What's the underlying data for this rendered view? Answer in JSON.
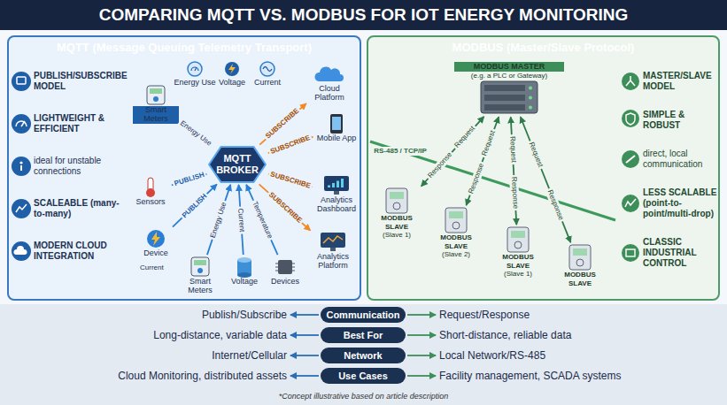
{
  "diagram": {
    "title": "COMPARING MQTT VS. MODBUS FOR IOT ENERGY MONITORING",
    "caption": "*Concept illustrative based on article description",
    "nodes": [
      {
        "text": [
          "MQTT (Message Queuing Telemetry Transport)"
        ]
      },
      {
        "text": [
          "Smart Meters"
        ],
        "in": 0
      },
      {
        "text": [
          "Sensors"
        ],
        "in": 0
      },
      {
        "text": [
          "Device"
        ],
        "in": 0
      },
      {
        "text": [
          "Smart Meters"
        ],
        "in": 0
      },
      {
        "text": [
          "Voltage"
        ],
        "in": 0
      },
      {
        "text": [
          "Devices"
        ],
        "in": 0
      },
      {
        "text": [
          "MQTT BROKER"
        ],
        "in": 0
      },
      {
        "text": [
          "Cloud Platform"
        ],
        "in": 0
      },
      {
        "text": [
          "Mobile App"
        ],
        "in": 0
      },
      {
        "text": [
          "Analytics Dashboard"
        ],
        "in": 0
      },
      {
        "text": [
          "Analytics Platform"
        ],
        "in": 0
      },
      {
        "text": [
          "MODBUS (Master/Slave Protocol)"
        ]
      },
      {
        "text": [
          "MODBUS MASTER",
          "(e.g. a PLC or Gateway)"
        ],
        "in": 12
      },
      {
        "text": [
          "MODBUS SLAVE",
          "(Slave 1)"
        ],
        "in": 12
      },
      {
        "text": [
          "MODBUS SLAVE",
          "(Slave 2)"
        ],
        "in": 12
      },
      {
        "text": [
          "MODBUS SLAVE",
          "(Slave 1)"
        ],
        "in": 12
      },
      {
        "text": [
          "MODBUS SLAVE"
        ],
        "in": 12
      },
      {
        "text": [
          "Publish/Subscribe"
        ]
      },
      {
        "text": [
          "Communication"
        ]
      },
      {
        "text": [
          "Request/Response"
        ]
      },
      {
        "text": [
          "Long-distance, variable data"
        ]
      },
      {
        "text": [
          "Best For"
        ]
      },
      {
        "text": [
          "Short-distance, reliable data"
        ]
      },
      {
        "text": [
          "Internet/Cellular"
        ]
      },
      {
        "text": [
          "Network"
        ]
      },
      {
        "text": [
          "Local Network/RS-485"
        ]
      },
      {
        "text": [
          "Cloud Monitoring, distributed assets"
        ]
      },
      {
        "text": [
          "Use Cases"
        ]
      },
      {
        "text": [
          "Facility management, SCADA systems"
        ]
      }
    ],
    "edges": [
      {
        "from": 1,
        "to": 7,
        "arrow": "to",
        "label": "Energy Use"
      },
      {
        "from": 2,
        "to": 7,
        "arrow": "to",
        "label": "PUBLISH"
      },
      {
        "from": 3,
        "to": 7,
        "arrow": "to",
        "label": "PUBLISH"
      },
      {
        "from": 4,
        "to": 7,
        "arrow": "to",
        "label": "Energy Use"
      },
      {
        "from": 5,
        "to": 7,
        "arrow": "to",
        "label": "Current"
      },
      {
        "from": 6,
        "to": 7,
        "arrow": "to",
        "label": "Temperature"
      },
      {
        "from": 7,
        "to": 8,
        "arrow": "to",
        "label": "SUBSCRIBE"
      },
      {
        "from": 7,
        "to": 9,
        "arrow": "to",
        "label": "SUBSCRIBE"
      },
      {
        "from": 7,
        "to": 10,
        "arrow": "to",
        "label": "SUBSCRIBE"
      },
      {
        "from": 7,
        "to": 11,
        "arrow": "to",
        "label": "SUBSCRIBE"
      },
      {
        "from": 13,
        "to": 14,
        "arrow": "both",
        "label": "Request"
      },
      {
        "from": 13,
        "to": 15,
        "arrow": "both",
        "label": "Request"
      },
      {
        "from": 13,
        "to": 16,
        "arrow": "both",
        "label": "Request"
      },
      {
        "from": 13,
        "to": 17,
        "arrow": "both",
        "label": "Request"
      },
      {
        "from": 19,
        "to": 18,
        "arrow": "to"
      },
      {
        "from": 19,
        "to": 20,
        "arrow": "to"
      },
      {
        "from": 22,
        "to": 21,
        "arrow": "to"
      },
      {
        "from": 22,
        "to": 23,
        "arrow": "to"
      },
      {
        "from": 25,
        "to": 24,
        "arrow": "to"
      },
      {
        "from": 25,
        "to": 26,
        "arrow": "to"
      },
      {
        "from": 28,
        "to": 27,
        "arrow": "to"
      },
      {
        "from": 28,
        "to": 29,
        "arrow": "to"
      }
    ],
    "labels": [
      "PUBLISH/SUBSCRIBE MODEL",
      "LIGHTWEIGHT & EFFICIENT",
      "ideal for unstable connections",
      "SCALEABLE (many-to-many)",
      "MODERN CLOUD INTEGRATION",
      "Energy Use",
      "Voltage",
      "Current",
      "Current",
      "MASTER/SLAVE MODEL",
      "SIMPLE & ROBUST",
      "direct, local communication",
      "LESS SCALABLE (point-to-point/multi-drop)",
      "CLASSIC INDUSTRIAL CONTROL",
      "RS-485 / TCP/IP",
      "Response",
      "Response",
      "Response",
      "Response"
    ]
  }
}
